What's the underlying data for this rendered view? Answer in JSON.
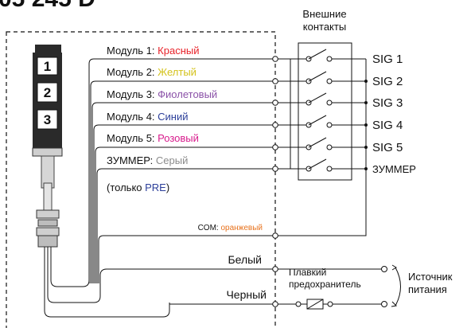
{
  "title_partial": "05 245 D",
  "external_contacts": [
    "Внешние",
    "контакты"
  ],
  "modules": [
    {
      "prefix": "Модуль 1: ",
      "color_name": "Красный",
      "color": "#e8232a"
    },
    {
      "prefix": "Модуль 2: ",
      "color_name": "Желтый",
      "color": "#d4c21c"
    },
    {
      "prefix": "Модуль 3: ",
      "color_name": "Фиолетовый",
      "color": "#8b52a8"
    },
    {
      "prefix": "Модуль 4: ",
      "color_name": "Синий",
      "color": "#2c3f9a"
    },
    {
      "prefix": "Модуль 5: ",
      "color_name": "Розовый",
      "color": "#d81b8c"
    },
    {
      "prefix": "ЗУММЕР: ",
      "color_name": "Серый",
      "color": "#8c8c8c"
    }
  ],
  "pre_note": {
    "open": "(только ",
    "highlight": "PRE",
    "close": ")",
    "highlight_color": "#2c3f9a"
  },
  "sig_labels": [
    "SIG 1",
    "SIG 2",
    "SIG 3",
    "SIG 4",
    "SIG 5",
    "ЗУММЕР"
  ],
  "com_label": {
    "prefix": "COM: ",
    "color_name": "оранжевый",
    "color": "#e8731e"
  },
  "white_label": "Белый",
  "black_label": "Черный",
  "fuse_label": [
    "Плавкий",
    "предохранитель"
  ],
  "source_label": [
    "Источник",
    "питания"
  ],
  "tower_numbers": [
    "1",
    "2",
    "3"
  ]
}
